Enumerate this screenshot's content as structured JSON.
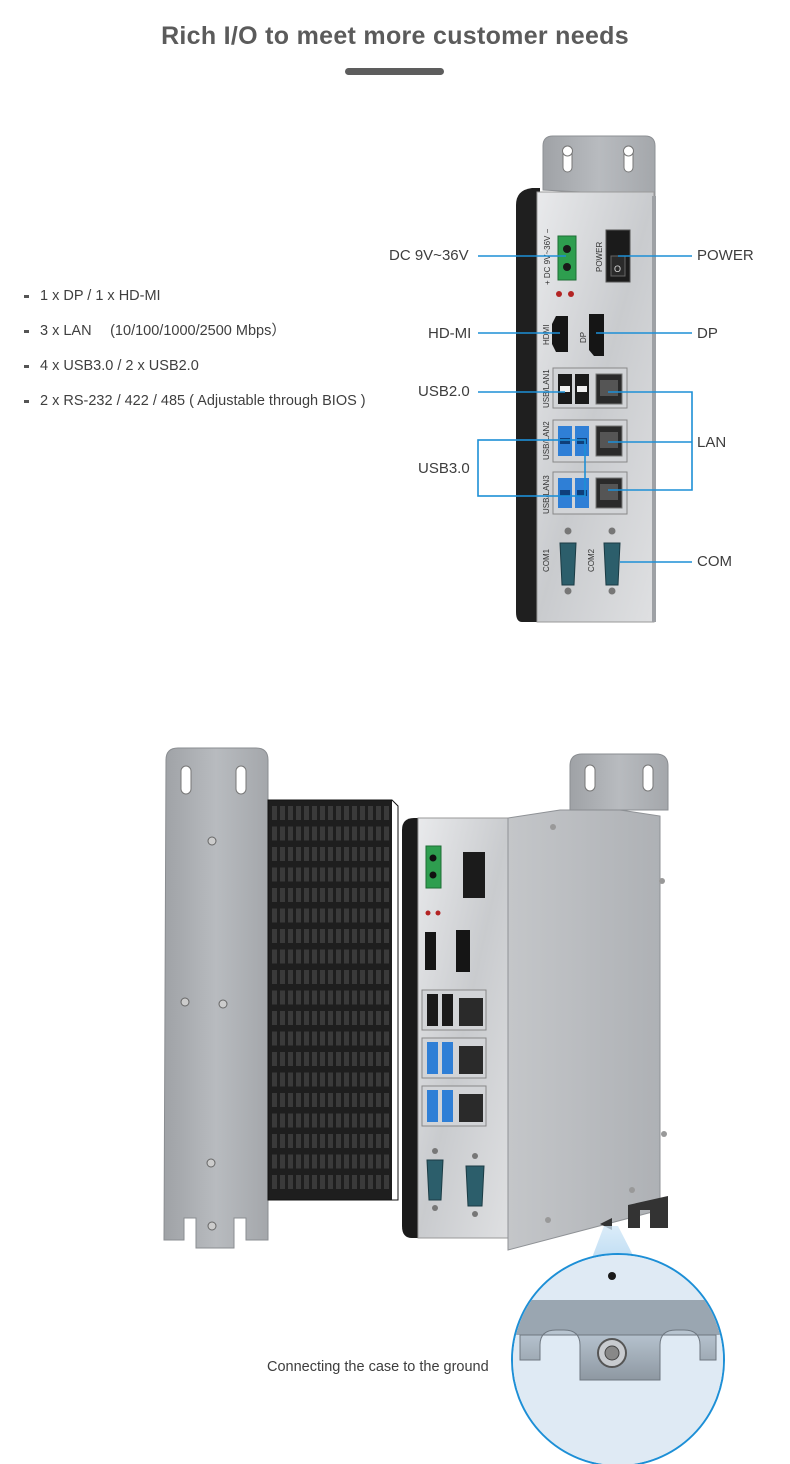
{
  "header": {
    "title": "Rich I/O to meet more customer needs"
  },
  "features": [
    "1 x DP / 1 x HD-MI",
    "3 x LAN 　(10/100/1000/2500 Mbps）",
    "4 x USB3.0 / 2 x USB2.0",
    "2 x RS-232 / 422 / 485 ( Adjustable through BIOS )"
  ],
  "callouts": {
    "dc": "DC 9V~36V",
    "power": "POWER",
    "hdmi": "HD-MI",
    "dp": "DP",
    "usb2": "USB2.0",
    "usb3": "USB3.0",
    "lan": "LAN",
    "com": "COM"
  },
  "panel_labels": {
    "dc_input": "+ DC 9V~36V −",
    "power": "POWER",
    "hdmi": "HDMI",
    "dp": "DP",
    "usb_lan1": "USB/LAN1",
    "usb_lan2": "USB/LAN2",
    "usb_lan3": "USB/LAN3",
    "com1": "COM1",
    "com2": "COM2"
  },
  "caption": "Connecting the case to the ground",
  "colors": {
    "callout_line": "#1d8fd6",
    "usb3_port": "#2f7fd6",
    "heatsink": "#1e1e1e",
    "chassis": "#b9bcc0",
    "terminal_block": "#2e9e4f"
  }
}
